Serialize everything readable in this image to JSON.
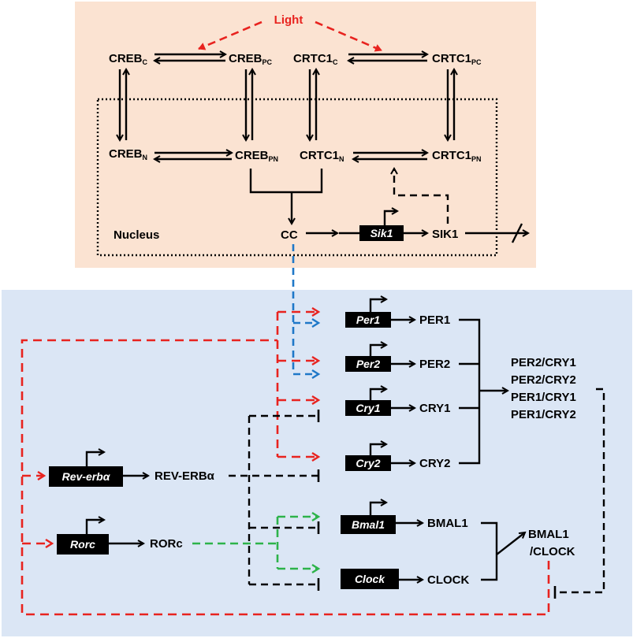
{
  "colors": {
    "top_panel": "#fbe3d2",
    "bottom_panel": "#dbe6f5",
    "light_arrow": "#e8231f",
    "cc_link": "#1f78c8",
    "ror_activation": "#2db34a",
    "gene_box": "#000000"
  },
  "top": {
    "light": "Light",
    "nucleus": "Nucleus",
    "creb_c": {
      "main": "CREB",
      "sub": "C"
    },
    "creb_pc": {
      "main": "CREB",
      "sub": "PC"
    },
    "crtc1_c": {
      "main": "CRTC1",
      "sub": "C"
    },
    "crtc1_pc": {
      "main": "CRTC1",
      "sub": "PC"
    },
    "creb_n": {
      "main": "CREB",
      "sub": "N"
    },
    "creb_pn": {
      "main": "CREB",
      "sub": "PN"
    },
    "crtc1_n": {
      "main": "CRTC1",
      "sub": "N"
    },
    "crtc1_pn": {
      "main": "CRTC1",
      "sub": "PN"
    },
    "cc": "CC",
    "sik1_gene": "Sik1",
    "sik1_protein": "SIK1"
  },
  "bottom": {
    "genes": {
      "per1": "Per1",
      "per2": "Per2",
      "cry1": "Cry1",
      "cry2": "Cry2",
      "rev_erba": "Rev-erbα",
      "rorc": "Rorc",
      "bmal1": "Bmal1",
      "clock": "Clock"
    },
    "proteins": {
      "per1": "PER1",
      "per2": "PER2",
      "cry1": "CRY1",
      "cry2": "CRY2",
      "rev_erba": "REV-ERBα",
      "rorc": "RORc",
      "bmal1": "BMAL1",
      "clock": "CLOCK"
    },
    "complexes": [
      "PER2/CRY1",
      "PER2/CRY2",
      "PER1/CRY1",
      "PER1/CRY2"
    ],
    "bmal1_clock": [
      "BMAL1",
      "/CLOCK"
    ]
  }
}
